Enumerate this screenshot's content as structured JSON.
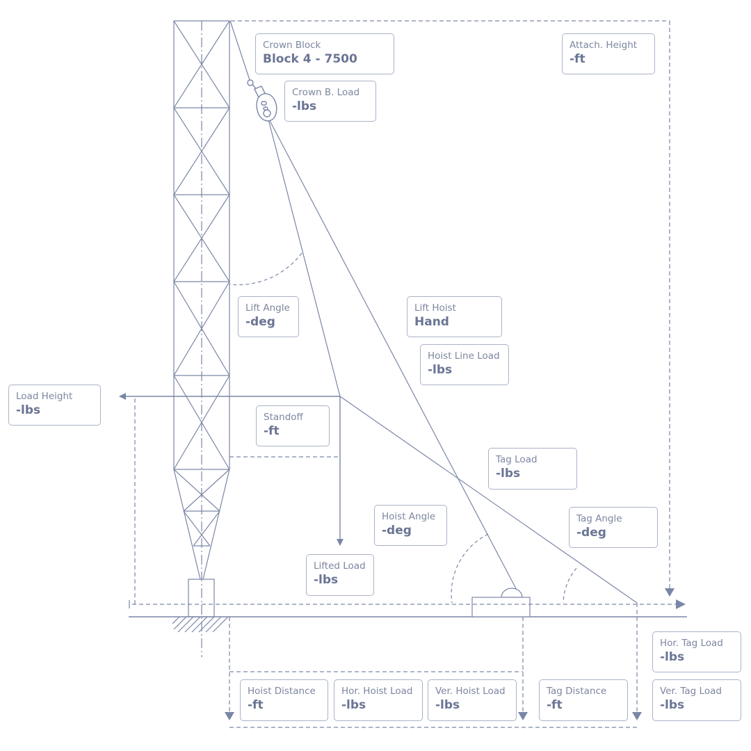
{
  "colors": {
    "line": "#7a86a6",
    "box_border": "#aab2c8",
    "text": "#6f7a96"
  },
  "labels": {
    "crown_block": {
      "title": "Crown Block",
      "value": "Block 4 - 7500"
    },
    "crown_block_load": {
      "title": "Crown B. Load",
      "value": "-lbs"
    },
    "attach_height": {
      "title": "Attach. Height",
      "value": "-ft"
    },
    "lift_angle": {
      "title": "Lift Angle",
      "value": "-deg"
    },
    "lift_hoist": {
      "title": "Lift Hoist",
      "value": "Hand"
    },
    "hoist_line_load": {
      "title": "Hoist Line Load",
      "value": "-lbs"
    },
    "load_height": {
      "title": "Load Height",
      "value": "-lbs"
    },
    "standoff": {
      "title": "Standoff",
      "value": "-ft"
    },
    "tag_load": {
      "title": "Tag Load",
      "value": "-lbs"
    },
    "hoist_angle": {
      "title": "Hoist Angle",
      "value": "-deg"
    },
    "tag_angle": {
      "title": "Tag Angle",
      "value": "-deg"
    },
    "lifted_load": {
      "title": "Lifted Load",
      "value": "-lbs"
    },
    "hor_tag_load": {
      "title": "Hor. Tag Load",
      "value": "-lbs"
    },
    "ver_tag_load": {
      "title": "Ver. Tag Load",
      "value": "-lbs"
    },
    "hoist_distance": {
      "title": "Hoist Distance",
      "value": "-ft"
    },
    "hor_hoist_load": {
      "title": "Hor. Hoist Load",
      "value": "-lbs"
    },
    "ver_hoist_load": {
      "title": "Ver. Hoist Load",
      "value": "-lbs"
    },
    "tag_distance": {
      "title": "Tag Distance",
      "value": "-ft"
    }
  }
}
